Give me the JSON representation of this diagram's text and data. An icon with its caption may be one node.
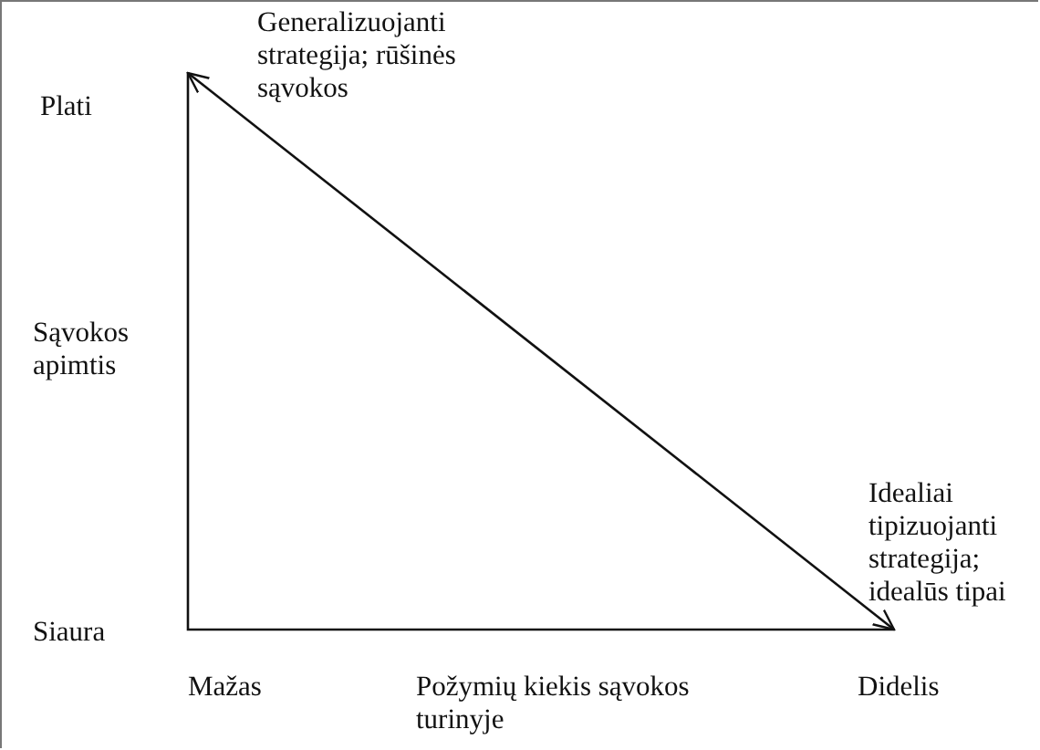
{
  "diagram": {
    "nodes": [
      {
        "text": [
          "Generalizuojanti strategija; rūšinės sąvokos"
        ]
      },
      {
        "text": [
          "Idealiai tipizuojanti strategija; idealūs tipai"
        ]
      }
    ],
    "edges": [
      {
        "from": 0,
        "to": 1,
        "arrow": "both"
      }
    ],
    "labels": [
      "Plati",
      "Sąvokos apimtis",
      "Siaura",
      "Mažas",
      "Požymių kiekis sąvokos turinyje",
      "Didelis"
    ]
  }
}
